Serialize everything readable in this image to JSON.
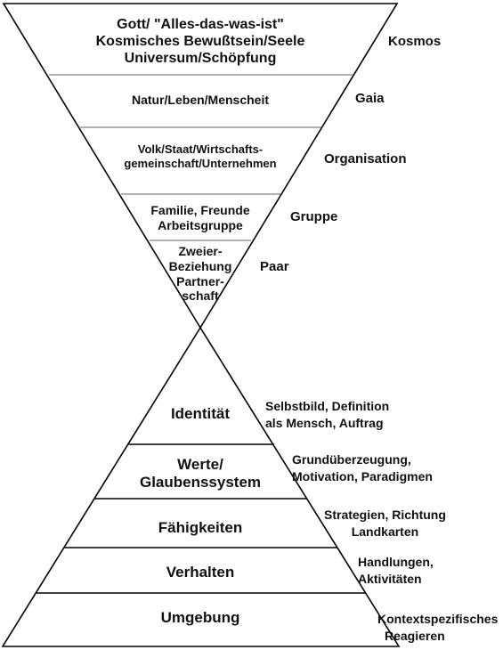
{
  "upper_funnel": {
    "levels": [
      {
        "lines": [
          "Gott/  \"Alles-das-was-ist\"",
          "Kosmisches  Bewußtsein/Seele",
          "Universum/Schöpfung"
        ],
        "side": "Kosmos"
      },
      {
        "lines": [
          "Natur/Leben/Menscheit"
        ],
        "side": "Gaia"
      },
      {
        "lines": [
          "Volk/Staat/Wirtschafts-",
          "gemeinschaft/Unternehmen"
        ],
        "side": "Organisation"
      },
      {
        "lines": [
          "Familie, Freunde",
          "Arbeitsgruppe"
        ],
        "side": "Gruppe"
      },
      {
        "lines": [
          "Zweier-",
          "Beziehung",
          "Partner-",
          "schaft"
        ],
        "side": "Paar"
      }
    ]
  },
  "lower_pyramid": {
    "levels": [
      {
        "lines": [
          "Identität"
        ],
        "side": [
          "Selbstbild, Definition",
          "als Mensch, Auftrag"
        ]
      },
      {
        "lines": [
          "Werte/",
          "Glaubenssystem"
        ],
        "side": [
          "Grundüberzeugung,",
          "Motivation, Paradigmen"
        ]
      },
      {
        "lines": [
          "Fähigkeiten"
        ],
        "side": [
          "Strategien, Richtung",
          "Landkarten"
        ]
      },
      {
        "lines": [
          "Verhalten"
        ],
        "side": [
          "Handlungen,",
          "Aktivitäten"
        ]
      },
      {
        "lines": [
          "Umgebung"
        ],
        "side": [
          "Kontextspezifisches",
          "Reagieren"
        ]
      }
    ]
  }
}
